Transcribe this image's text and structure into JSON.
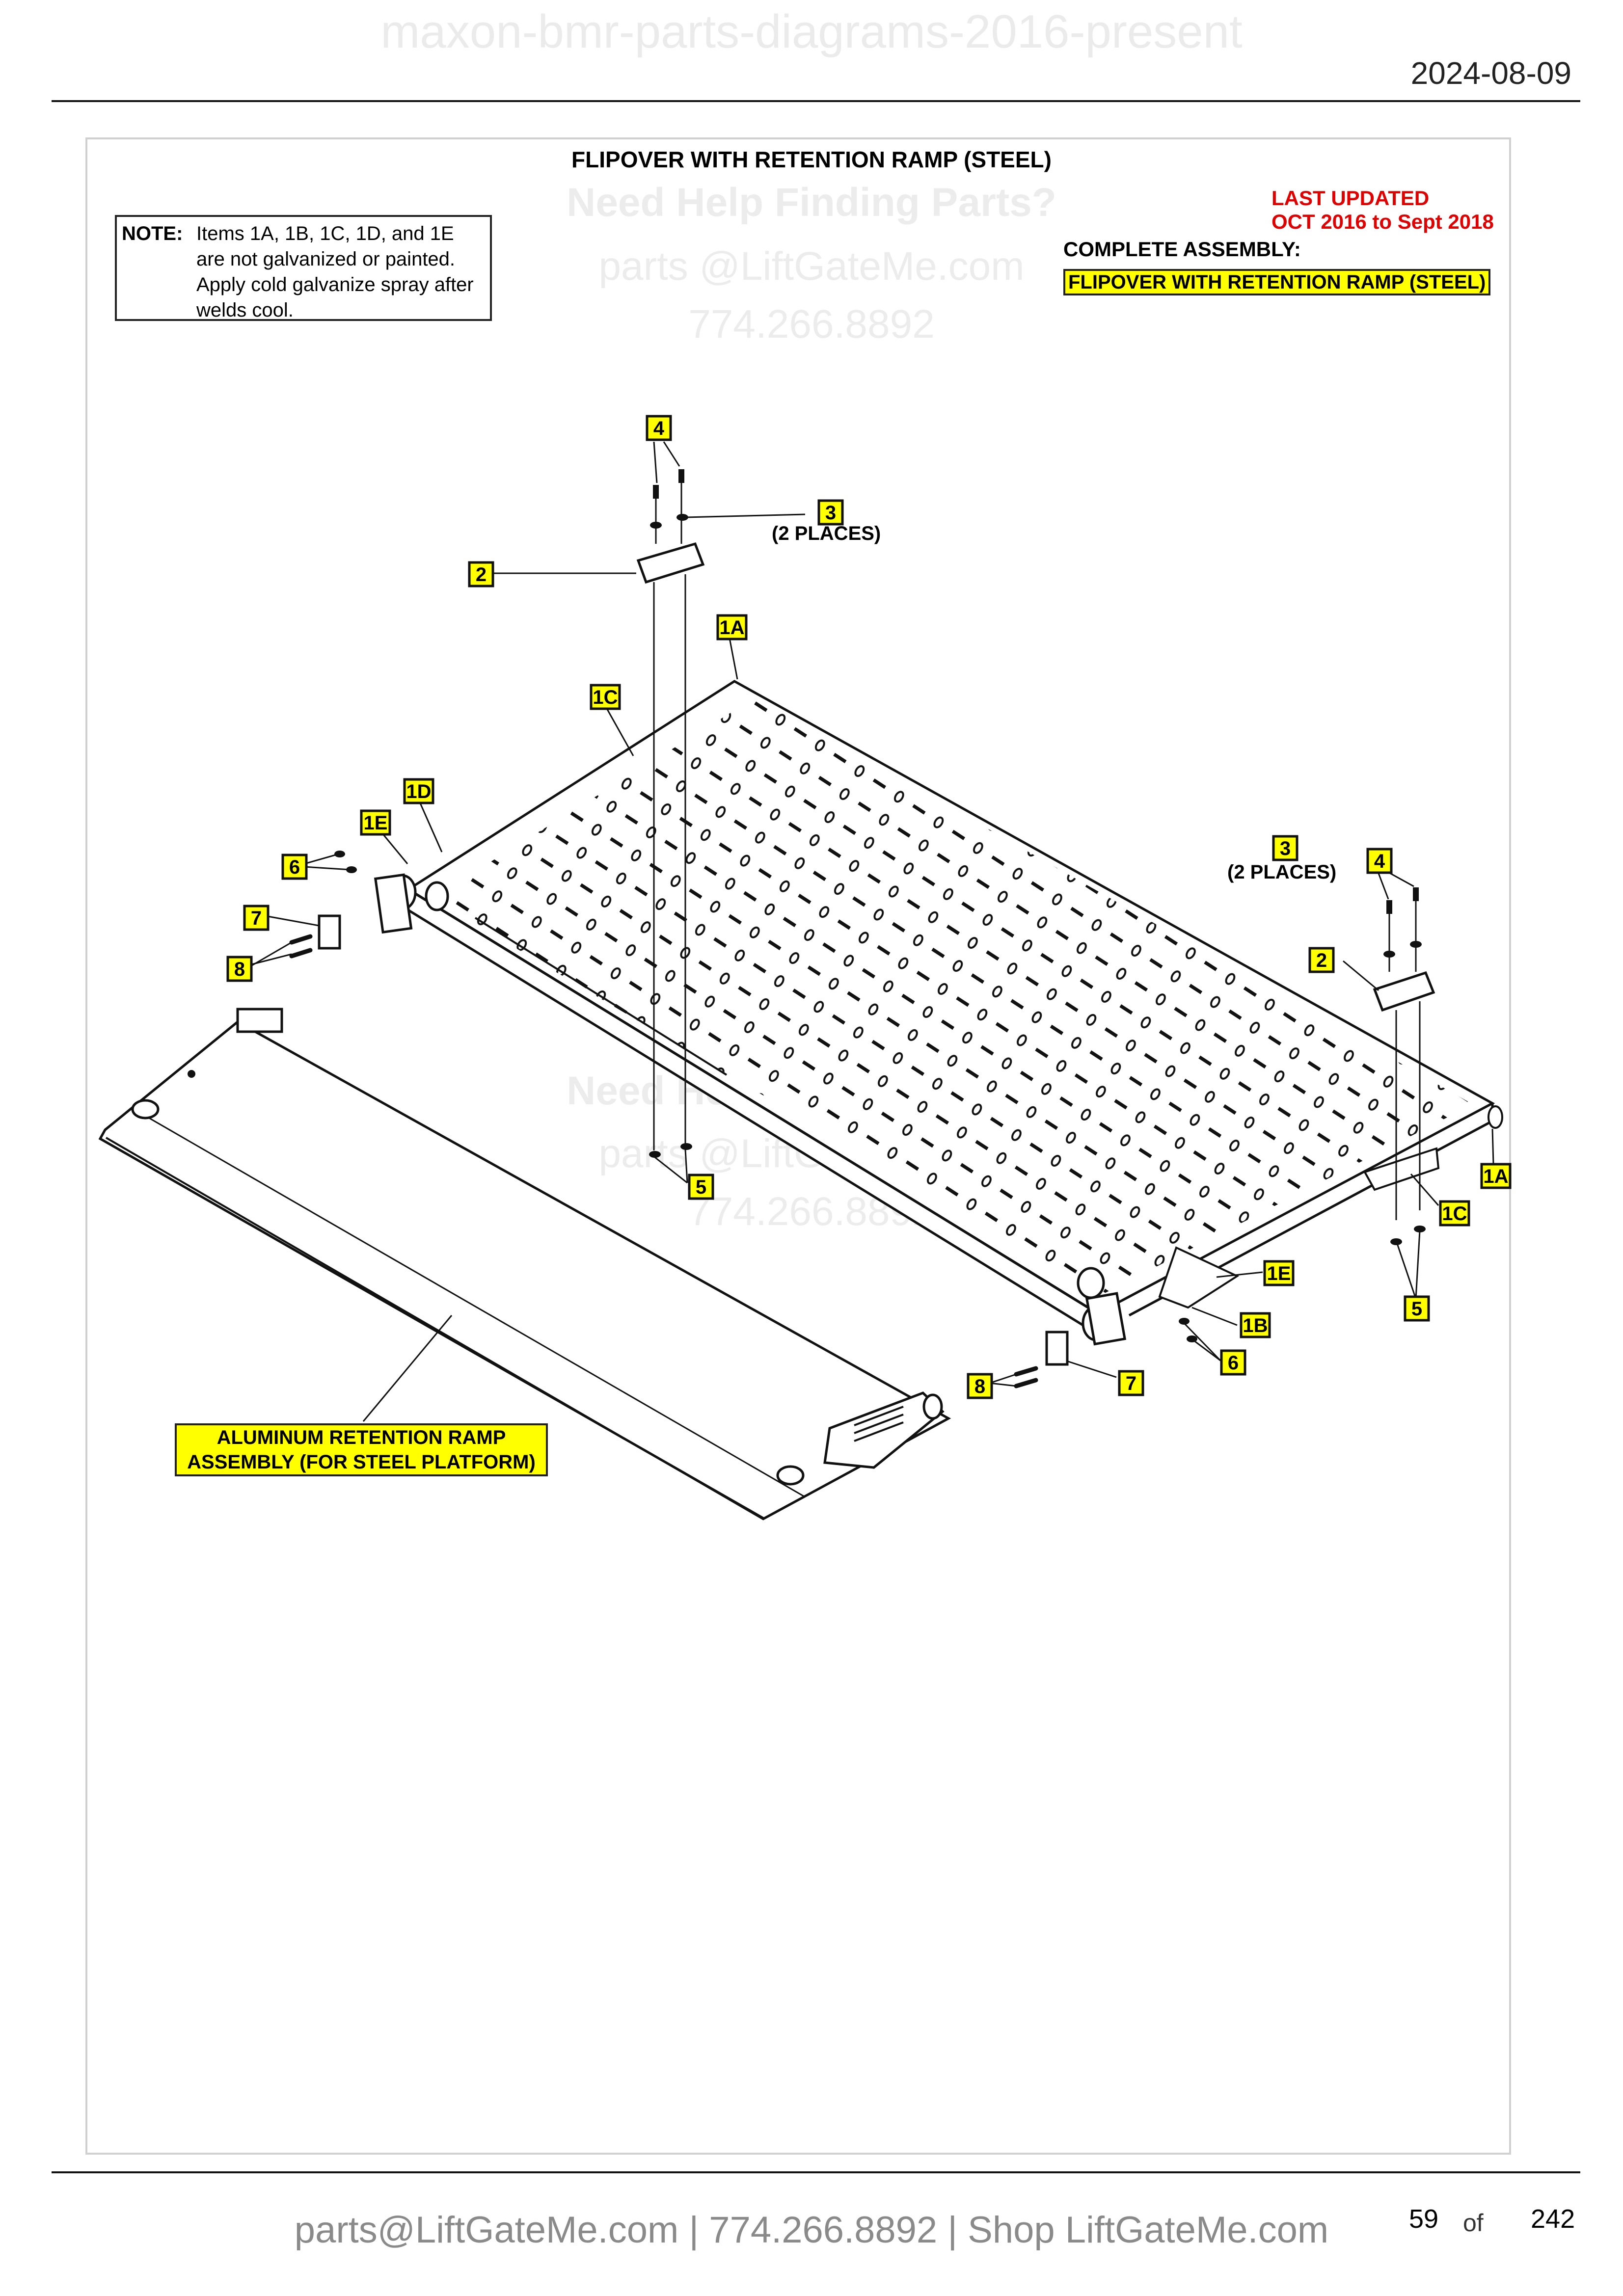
{
  "header": {
    "watermark_title": "maxon-bmr-parts-diagrams-2016-present",
    "date": "2024-08-09"
  },
  "diagram": {
    "title": "FLIPOVER WITH RETENTION RAMP (STEEL)",
    "note": {
      "label": "NOTE:",
      "lines": [
        "Items 1A, 1B, 1C, 1D, and 1E",
        "are not galvanized or painted.",
        "Apply cold galvanize spray after",
        "welds cool."
      ]
    },
    "last_updated": [
      "LAST UPDATED",
      "OCT 2016 to Sept 2018"
    ],
    "complete_assembly_label": "COMPLETE ASSEMBLY:",
    "complete_assembly_value": "FLIPOVER WITH RETENTION RAMP (STEEL)",
    "ramp_label": [
      "ALUMINUM RETENTION RAMP",
      "ASSEMBLY (FOR STEEL PLATFORM)"
    ],
    "places_note": "(2 PLACES)",
    "callouts": {
      "c4a": "4",
      "c3a": "3",
      "c2a": "2",
      "c1a_top": "1A",
      "c1c_top": "1C",
      "c1d": "1D",
      "c1e_left": "1E",
      "c6a": "6",
      "c7a": "7",
      "c8a": "8",
      "c3b": "3",
      "c4b": "4",
      "c2b": "2",
      "c5a": "5",
      "c1a_right": "1A",
      "c1c_right": "1C",
      "c1e_right": "1E",
      "c1b": "1B",
      "c6b": "6",
      "c5b": "5",
      "c7b": "7",
      "c8b": "8"
    }
  },
  "watermarks": {
    "help": "Need Help Finding Parts?",
    "email": "parts @LiftGateMe.com",
    "phone": "774.266.8892"
  },
  "footer": {
    "contact": "parts@LiftGateMe.com | 774.266.8892 | Shop LiftGateMe.com",
    "page": "59",
    "of": "of",
    "total": "242"
  }
}
